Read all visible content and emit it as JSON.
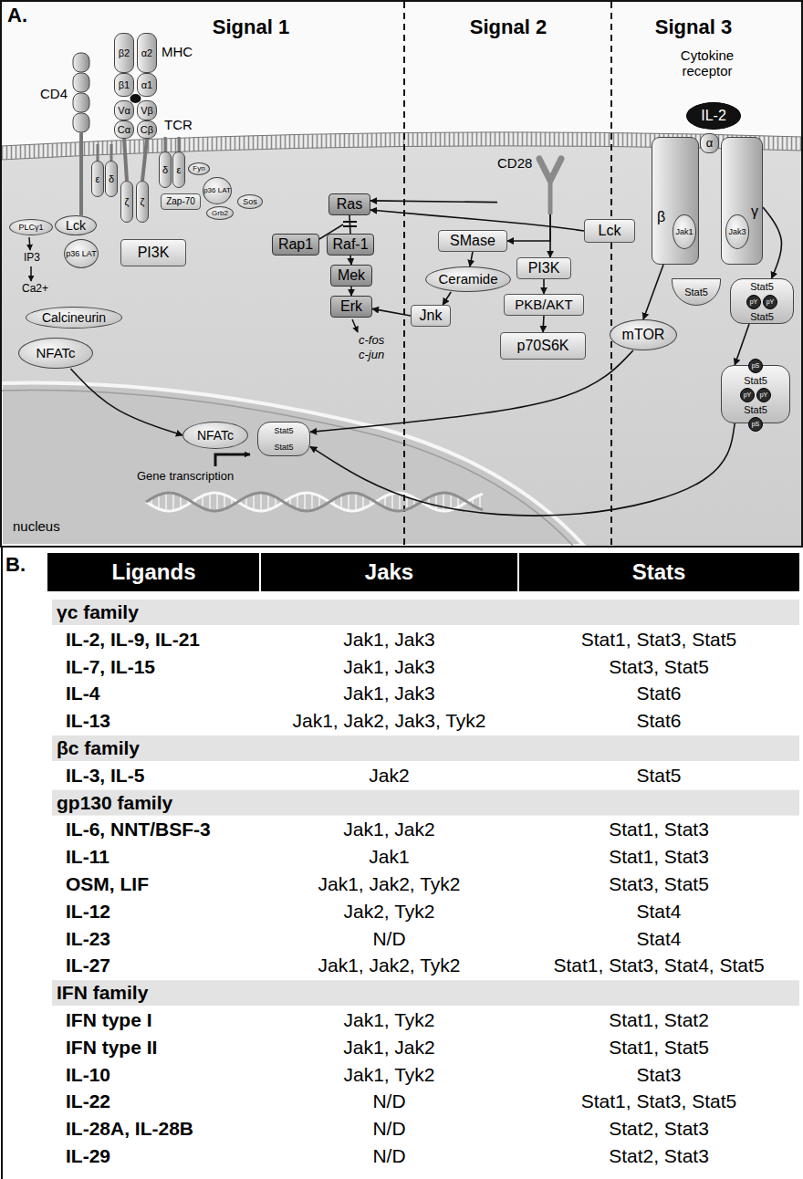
{
  "diagram": {
    "nodes": [
      {
        "text": [
          "β2"
        ]
      },
      {
        "text": [
          "α2"
        ]
      },
      {
        "text": [
          "β1"
        ]
      },
      {
        "text": [
          "α1"
        ]
      },
      {
        "text": [
          "Vα"
        ]
      },
      {
        "text": [
          "Vβ"
        ]
      },
      {
        "text": [
          "Cα"
        ]
      },
      {
        "text": [
          "Cβ"
        ]
      },
      {
        "text": [
          "ε"
        ]
      },
      {
        "text": [
          "δ"
        ]
      },
      {
        "text": [
          "δ"
        ]
      },
      {
        "text": [
          "ε"
        ]
      },
      {
        "text": [
          "ζ"
        ]
      },
      {
        "text": [
          "ζ"
        ]
      },
      {
        "text": [
          "Fyn"
        ]
      },
      {
        "text": [
          "Zap-70"
        ]
      },
      {
        "text": [
          "p36 LAT"
        ]
      },
      {
        "text": [
          "Grb2"
        ]
      },
      {
        "text": [
          "Sos"
        ]
      },
      {
        "text": [
          "Ras"
        ]
      },
      {
        "text": [
          "Rap1"
        ]
      },
      {
        "text": [
          "Raf-1"
        ]
      },
      {
        "text": [
          "Mek"
        ]
      },
      {
        "text": [
          "Erk"
        ]
      },
      {
        "text": [
          "PLCγ1"
        ]
      },
      {
        "text": [
          "Lck"
        ]
      },
      {
        "text": [
          "p36 LAT"
        ]
      },
      {
        "text": [
          "PI3K"
        ]
      },
      {
        "text": [
          "Calcineurin"
        ]
      },
      {
        "text": [
          "NFATc"
        ]
      },
      {
        "text": [
          "CD28"
        ]
      },
      {
        "text": [
          "SMase"
        ]
      },
      {
        "text": [
          "Ceramide"
        ]
      },
      {
        "text": [
          "Jnk"
        ]
      },
      {
        "text": [
          "PI3K"
        ]
      },
      {
        "text": [
          "PKB/AKT"
        ]
      },
      {
        "text": [
          "p70S6K"
        ]
      },
      {
        "text": [
          "Lck"
        ]
      },
      {
        "text": [
          "IL-2"
        ]
      },
      {
        "text": [
          "α"
        ]
      },
      {
        "text": [
          "β"
        ]
      },
      {
        "text": [
          "Jak1"
        ],
        "in": 40
      },
      {
        "text": [
          "γ"
        ]
      },
      {
        "text": [
          "Jak3"
        ],
        "in": 42
      },
      {
        "text": [
          "Stat5"
        ]
      },
      {
        "text": [
          "Stat5",
          "Stat5"
        ]
      },
      {
        "text": [
          "pY"
        ],
        "in": 45
      },
      {
        "text": [
          "pY"
        ],
        "in": 45
      },
      {
        "text": [
          "Stat5",
          "Stat5"
        ]
      },
      {
        "text": [
          "pY"
        ],
        "in": 48
      },
      {
        "text": [
          "pY"
        ],
        "in": 48
      },
      {
        "text": [
          "pS"
        ],
        "in": 48
      },
      {
        "text": [
          "pS"
        ],
        "in": 48
      },
      {
        "text": [
          "mTOR"
        ]
      },
      {
        "text": [
          "NFATc"
        ]
      },
      {
        "text": [
          "Stat5",
          "Stat5"
        ]
      }
    ],
    "edges": [
      {
        "from": 29,
        "to": 54,
        "arrow": "to"
      },
      {
        "from": 19,
        "to": 21,
        "arrow": "none"
      },
      {
        "from": 21,
        "to": 22,
        "arrow": "to"
      },
      {
        "from": 22,
        "to": 23,
        "arrow": "to"
      },
      {
        "from": 30,
        "to": 19,
        "arrow": "to"
      },
      {
        "from": 30,
        "to": 31,
        "arrow": "to"
      },
      {
        "from": 30,
        "to": 34,
        "arrow": "to"
      },
      {
        "from": 37,
        "to": 19,
        "arrow": "to"
      },
      {
        "from": 31,
        "to": 32,
        "arrow": "to"
      },
      {
        "from": 32,
        "to": 33,
        "arrow": "to"
      },
      {
        "from": 33,
        "to": 23,
        "arrow": "to"
      },
      {
        "from": 34,
        "to": 35,
        "arrow": "to"
      },
      {
        "from": 35,
        "to": 36,
        "arrow": "to"
      },
      {
        "from": 40,
        "to": 53,
        "arrow": "to"
      },
      {
        "from": 42,
        "to": 45,
        "arrow": "to"
      },
      {
        "from": 45,
        "to": 48,
        "arrow": "to"
      },
      {
        "from": 48,
        "to": 55,
        "arrow": "to"
      },
      {
        "from": 53,
        "to": 55,
        "arrow": "to"
      }
    ],
    "labels": [
      "A.",
      "Signal 1",
      "Signal 2",
      "Signal 3",
      "Cytokine receptor",
      "MHC",
      "CD4",
      "TCR",
      "IP3",
      "Ca2+",
      "c-fos",
      "c-jun",
      "Gene transcription",
      "nucleus",
      "B.",
      "Ligands",
      "Jaks",
      "Stats",
      "γc family",
      "IL-2, IL-9, IL-21",
      "Jak1, Jak3",
      "Stat1, Stat3, Stat5",
      "IL-7, IL-15",
      "Jak1, Jak3",
      "Stat3, Stat5",
      "IL-4",
      "Jak1, Jak3",
      "Stat6",
      "IL-13",
      "Jak1, Jak2, Jak3, Tyk2",
      "Stat6",
      "βc family",
      "IL-3, IL-5",
      "Jak2",
      "Stat5",
      "gp130 family",
      "IL-6, NNT/BSF-3",
      "Jak1, Jak2",
      "Stat1, Stat3",
      "IL-11",
      "Jak1",
      "Stat1, Stat3",
      "OSM, LIF",
      "Jak1, Jak2, Tyk2",
      "Stat3, Stat5",
      "IL-12",
      "Jak2, Tyk2",
      "Stat4",
      "IL-23",
      "N/D",
      "Stat4",
      "IL-27",
      "Jak1, Jak2, Tyk2",
      "Stat1, Stat3, Stat4, Stat5",
      "IFN family",
      "IFN type I",
      "Jak1, Tyk2",
      "Stat1, Stat2",
      "IFN type II",
      "Jak1, Jak2",
      "Stat1, Stat5",
      "IL-10",
      "Jak1, Tyk2",
      "Stat3",
      "IL-22",
      "N/D",
      "Stat1, Stat3, Stat5",
      "IL-28A, IL-28B",
      "N/D",
      "Stat2, Stat3",
      "IL-29",
      "N/D",
      "Stat2, Stat3"
    ]
  }
}
